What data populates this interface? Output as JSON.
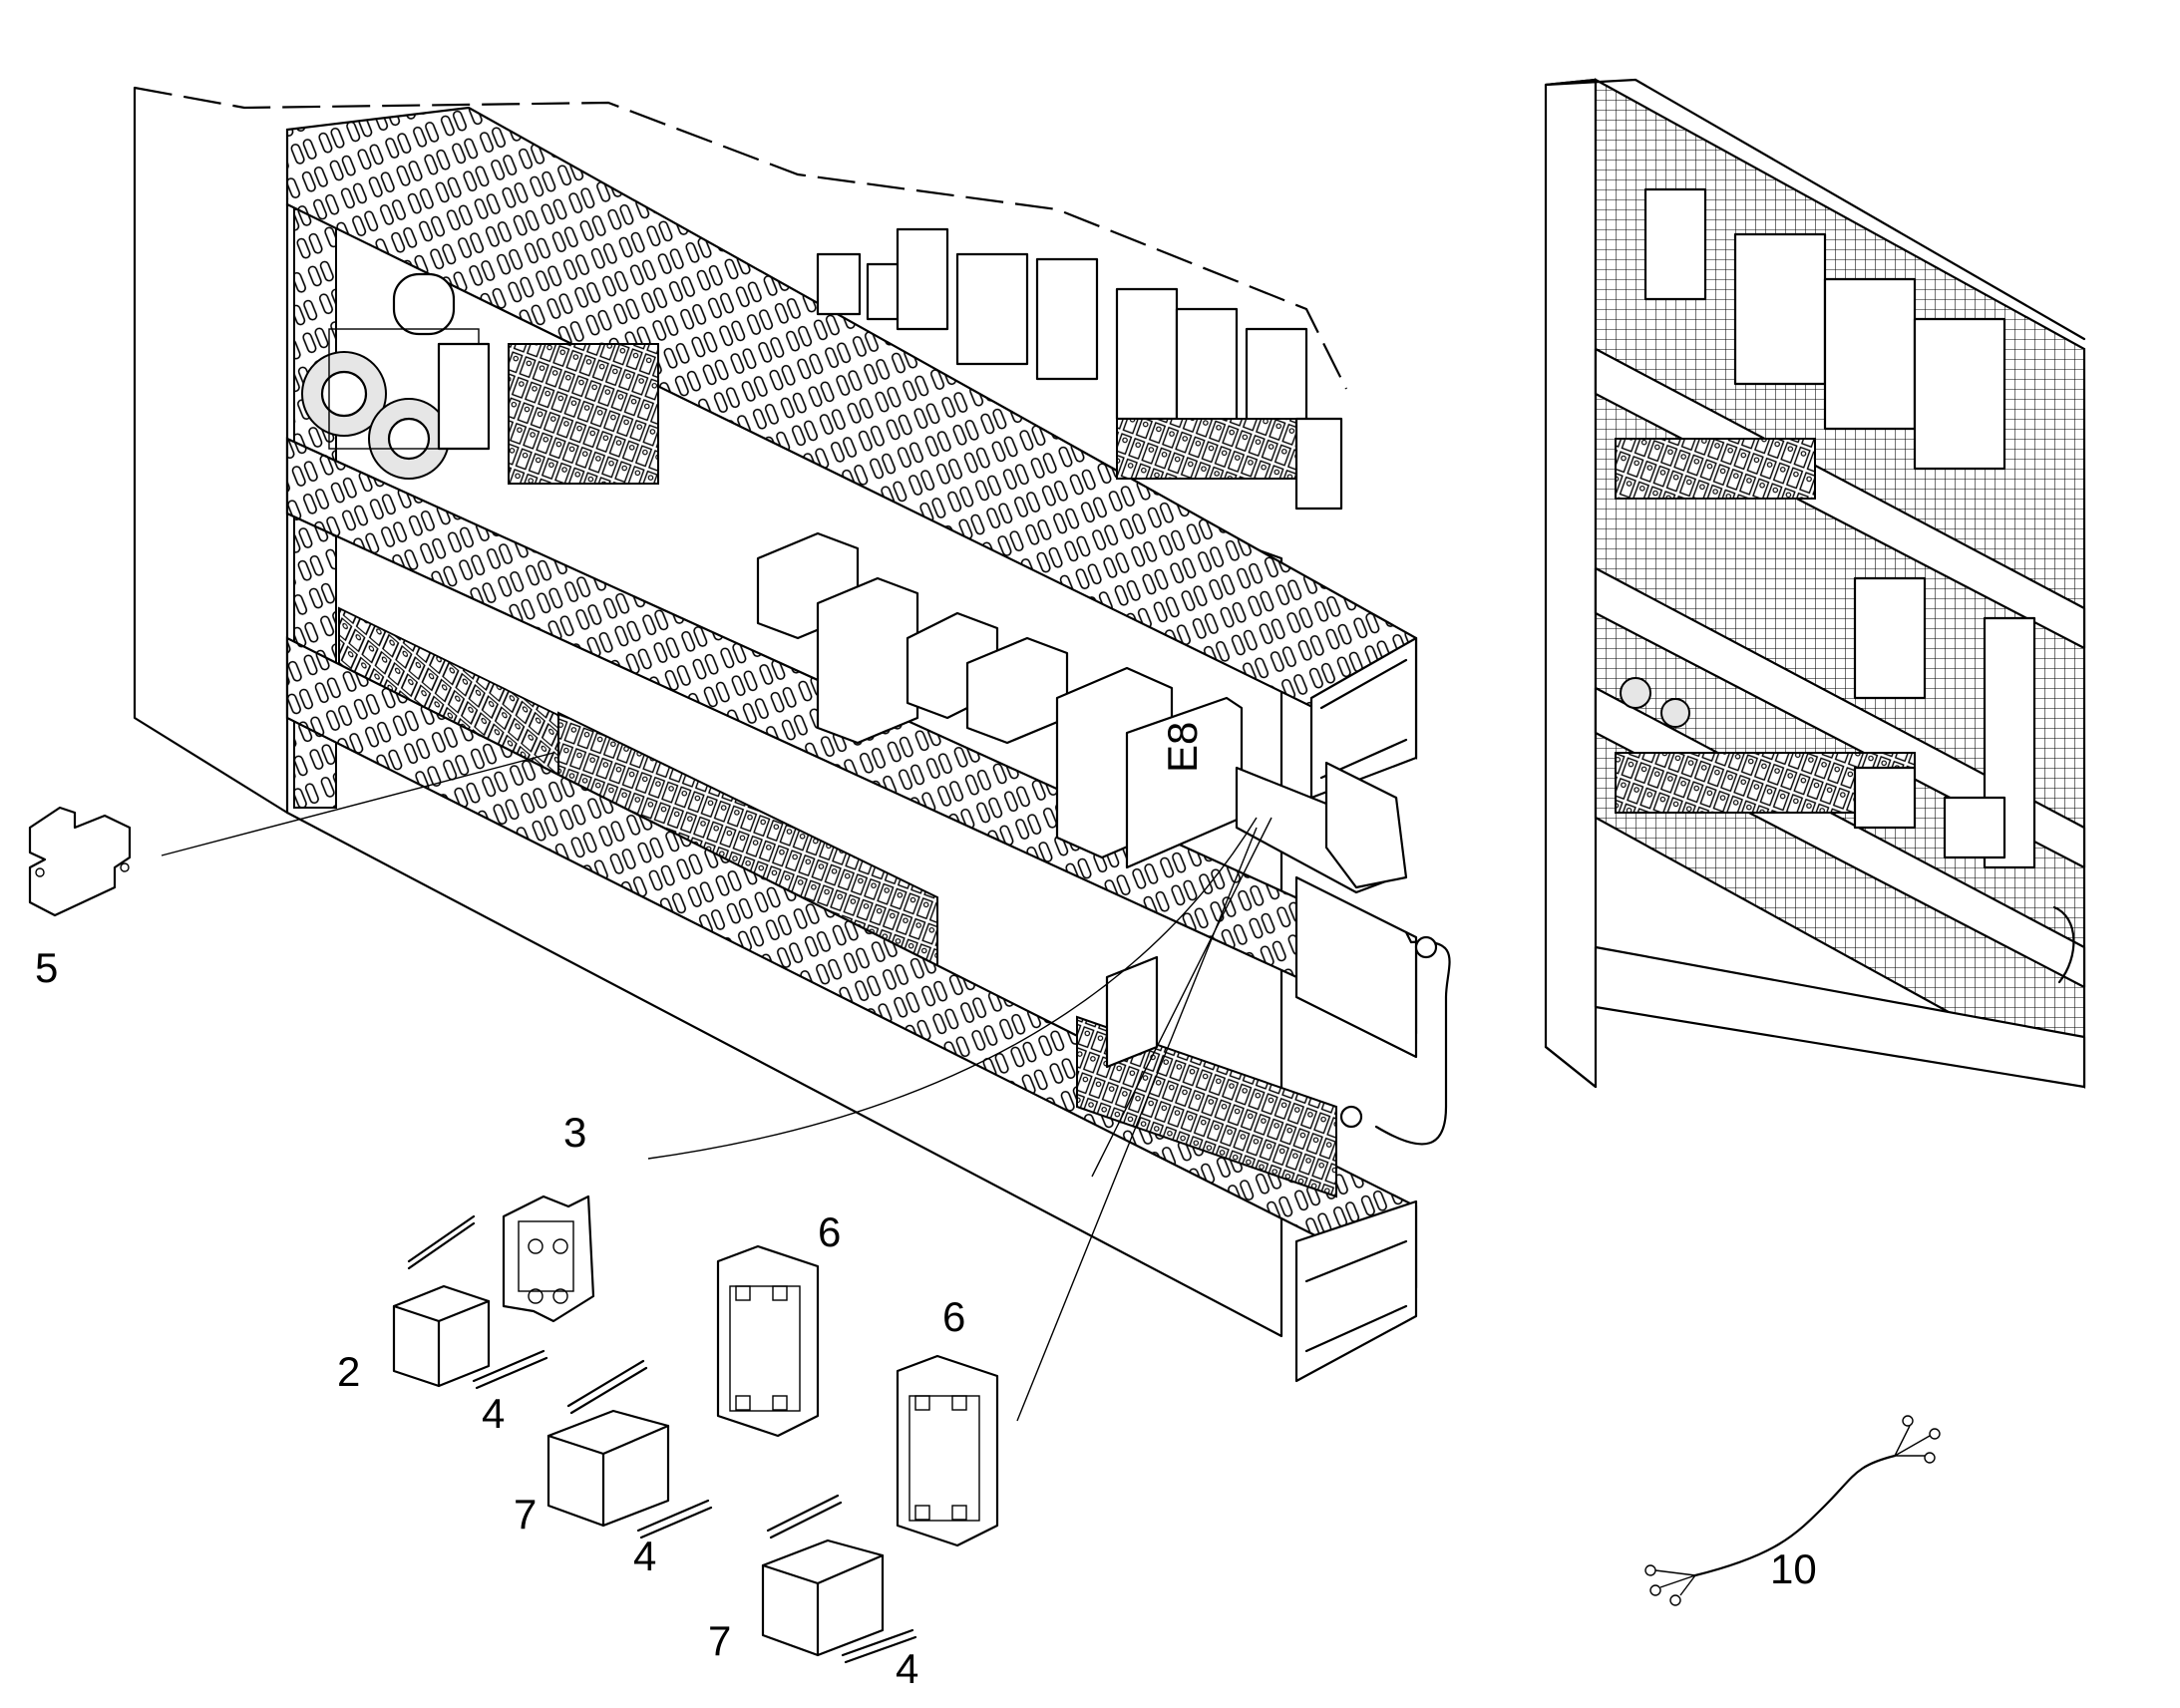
{
  "callouts": [
    {
      "id": "item-5",
      "label": "5"
    },
    {
      "id": "item-3",
      "label": "3"
    },
    {
      "id": "item-2",
      "label": "2"
    },
    {
      "id": "item-4a",
      "label": "4"
    },
    {
      "id": "item-6a",
      "label": "6"
    },
    {
      "id": "item-6b",
      "label": "6"
    },
    {
      "id": "item-7a",
      "label": "7"
    },
    {
      "id": "item-4b",
      "label": "4"
    },
    {
      "id": "item-7b",
      "label": "7"
    },
    {
      "id": "item-4c",
      "label": "4"
    },
    {
      "id": "item-10",
      "label": "10"
    }
  ],
  "components": {
    "relay_label": "E8"
  }
}
